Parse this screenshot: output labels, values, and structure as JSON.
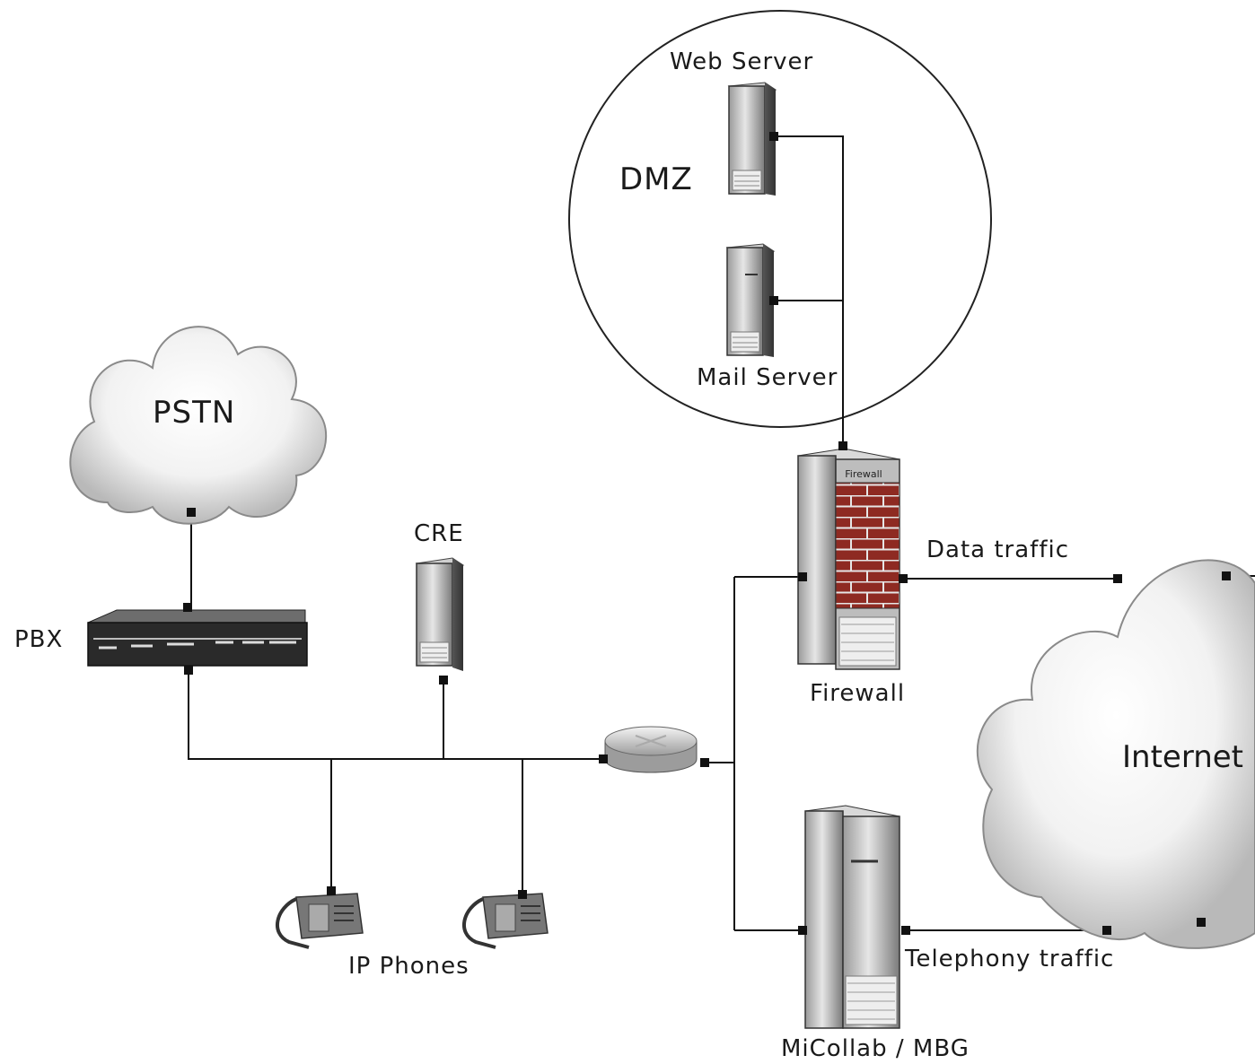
{
  "labels": {
    "dmz": "DMZ",
    "web_server": "Web Server",
    "mail_server": "Mail Server",
    "pstn": "PSTN",
    "pbx": "PBX",
    "cre": "CRE",
    "firewall": "Firewall",
    "firewall_tag": "Firewall",
    "data_traffic": "Data traffic",
    "internet": "Internet",
    "ip_phones": "IP Phones",
    "telephony_traffic": "Telephony traffic",
    "micollab_mbg": "MiCollab / MBG"
  }
}
